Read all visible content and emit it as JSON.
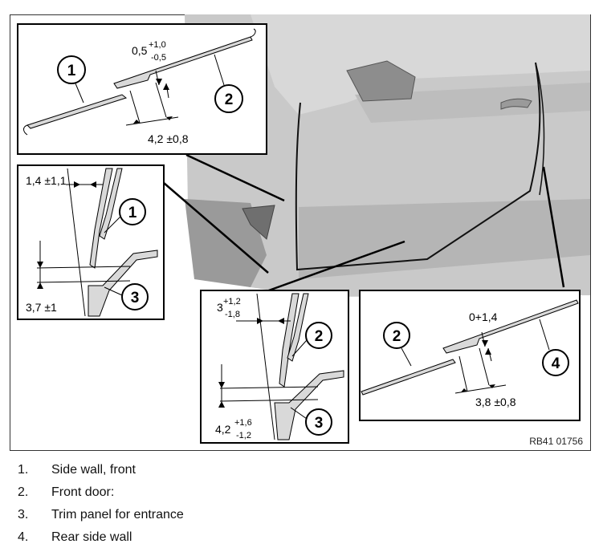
{
  "figure": {
    "reference_code": "RB41 01756",
    "callouts": {
      "top_left": [
        "1",
        "2"
      ],
      "mid_left": [
        "1",
        "3"
      ],
      "bottom_center": [
        "2",
        "3"
      ],
      "bottom_right": [
        "2",
        "4"
      ]
    },
    "dimensions": {
      "gap_top_base": "0,5",
      "gap_top_plus": "+1,0",
      "gap_top_minus": "-0,5",
      "flush_top": "4,2 ±0,8",
      "gap_left": "1,4 ±1,1",
      "flush_left": "3,7 ±1",
      "gap_center_base": "3",
      "gap_center_plus": "+1,2",
      "gap_center_minus": "-1,8",
      "flush_center_base": "4,2",
      "flush_center_plus": "+1,6",
      "flush_center_minus": "-1,2",
      "gap_right": "0+1,4",
      "flush_right": "3,8 ±0,8"
    }
  },
  "legend": [
    {
      "number": "1.",
      "text": "Side wall, front"
    },
    {
      "number": "2.",
      "text": "Front door:"
    },
    {
      "number": "3.",
      "text": "Trim panel for entrance"
    },
    {
      "number": "4.",
      "text": "Rear side wall"
    }
  ]
}
